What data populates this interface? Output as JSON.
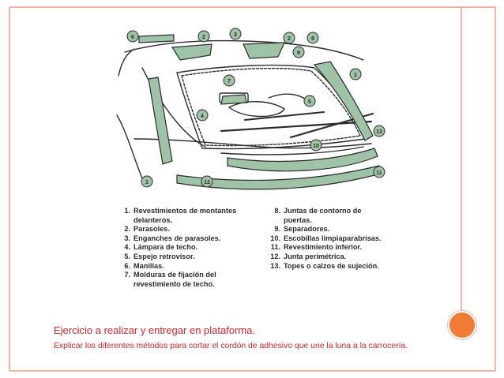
{
  "colors": {
    "border": "#f1b7a2",
    "accent_dot": "#f07c35",
    "text_red": "#d0262d",
    "part_green": "#9fc3a6",
    "outline": "#2b2b2b"
  },
  "diagram": {
    "callouts": [
      "1",
      "2",
      "3",
      "4",
      "5",
      "6",
      "7",
      "8",
      "9",
      "10",
      "11",
      "12",
      "13"
    ],
    "legend": {
      "left": [
        {
          "num": "1.",
          "text": "Revestimientos de montantes delanteros."
        },
        {
          "num": "2.",
          "text": "Parasoles."
        },
        {
          "num": "3.",
          "text": "Enganches de parasoles."
        },
        {
          "num": "4.",
          "text": "Lámpara de techo."
        },
        {
          "num": "5.",
          "text": "Espejo retrovisor."
        },
        {
          "num": "6.",
          "text": "Manillas."
        },
        {
          "num": "7.",
          "text": "Molduras de fijación del revestimiento de techo."
        }
      ],
      "right": [
        {
          "num": "8.",
          "text": "Juntas de contorno de puertas."
        },
        {
          "num": "9.",
          "text": "Separadores."
        },
        {
          "num": "10.",
          "text": "Escobillas limpiaparabrisas."
        },
        {
          "num": "11.",
          "text": "Revestimiento inferior."
        },
        {
          "num": "12.",
          "text": "Junta perimétrica."
        },
        {
          "num": "13.",
          "text": "Topes o calzos de sujeción."
        }
      ]
    }
  },
  "task": {
    "title": "Ejercicio a realizar y entregar en plataforma.",
    "body": "Explicar los diferentes métodos para cortar el cordón de adhesivo que une la luna a la carrocería."
  }
}
